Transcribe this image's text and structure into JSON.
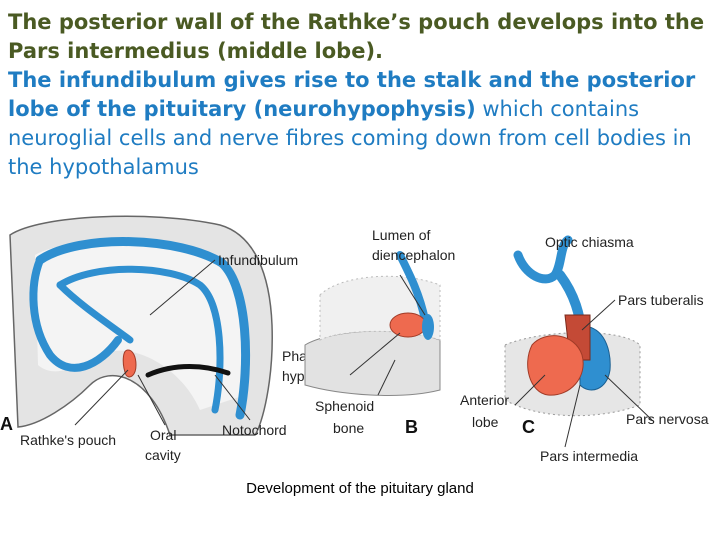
{
  "paragraph1": {
    "text": "The posterior wall of the Rathke’s pouch develops into the Pars intermedius (middle lobe)."
  },
  "paragraph2": {
    "bold_part": "The infundibulum gives rise to the stalk and the posterior lobe of the pituitary (neurohypophysis)",
    "normal_part": " which contains neuroglial cells and nerve fibres coming down from cell bodies in the hypothalamus"
  },
  "figure": {
    "panel_a": {
      "letter": "A",
      "labels": {
        "infundibulum": "Infundibulum",
        "rathkes_pouch": "Rathke's pouch",
        "oral_cavity_1": "Oral",
        "oral_cavity_2": "cavity",
        "notochord": "Notochord",
        "pharyngeal_1": "Pharyngeal",
        "pharyngeal_2": "hypophysis"
      }
    },
    "panel_b": {
      "letter": "B",
      "labels": {
        "lumen_1": "Lumen of",
        "lumen_2": "diencephalon",
        "sphenoid_1": "Sphenoid",
        "sphenoid_2": "bone"
      }
    },
    "panel_c": {
      "letter": "C",
      "labels": {
        "optic_chiasma": "Optic chiasma",
        "pars_tuberalis": "Pars tuberalis",
        "anterior_1": "Anterior",
        "anterior_2": "lobe",
        "pars_nervosa": "Pars nervosa",
        "pars_intermedia": "Pars intermedia"
      }
    },
    "colors": {
      "infundibulum_blue": "#2f8fd0",
      "pouch_red": "#ee6a4f",
      "tissue_grey": "#d9d9d9"
    }
  },
  "caption": "Development of the pituitary gland"
}
